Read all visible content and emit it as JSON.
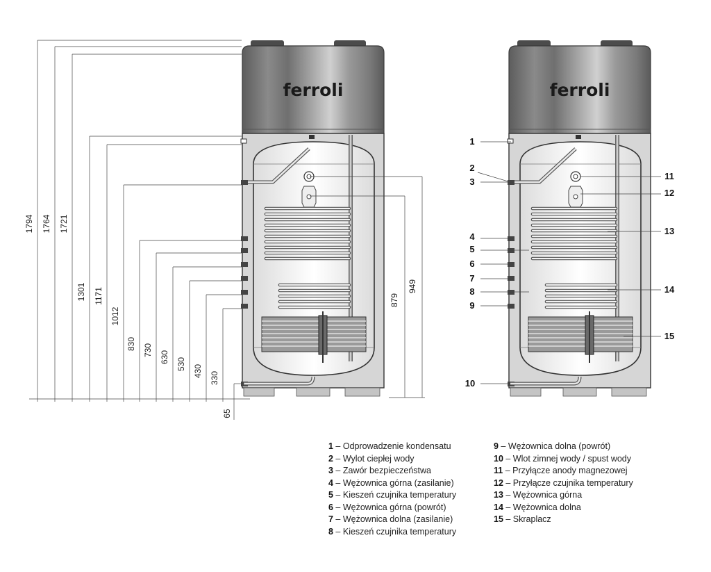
{
  "brand": "ferroli",
  "dimensions": [
    "1794",
    "1764",
    "1721",
    "1301",
    "1171",
    "1012",
    "830",
    "730",
    "630",
    "530",
    "430",
    "330",
    "65",
    "879",
    "949"
  ],
  "callouts": [
    "1",
    "2",
    "3",
    "4",
    "5",
    "6",
    "7",
    "8",
    "9",
    "10",
    "11",
    "12",
    "13",
    "14",
    "15"
  ],
  "legend": [
    {
      "num": "1",
      "text": "Odprowadzenie kondensatu"
    },
    {
      "num": "2",
      "text": "Wylot ciepłej wody"
    },
    {
      "num": "3",
      "text": "Zawór bezpieczeństwa"
    },
    {
      "num": "4",
      "text": "Wężownica górna (zasilanie)"
    },
    {
      "num": "5",
      "text": "Kieszeń czujnika temperatury"
    },
    {
      "num": "6",
      "text": "Wężownica górna (powrót)"
    },
    {
      "num": "7",
      "text": "Wężownica dolna (zasilanie)"
    },
    {
      "num": "8",
      "text": "Kieszeń czujnika temperatury"
    },
    {
      "num": "9",
      "text": "Wężownica dolna (powrót)"
    },
    {
      "num": "10",
      "text": "Wlot zimnej wody / spust wody"
    },
    {
      "num": "11",
      "text": "Przyłącze anody magnezowej"
    },
    {
      "num": "12",
      "text": "Przyłącze czujnika temperatury"
    },
    {
      "num": "13",
      "text": "Wężownica górna"
    },
    {
      "num": "14",
      "text": "Wężownica dolna"
    },
    {
      "num": "15",
      "text": "Skraplacz"
    }
  ]
}
